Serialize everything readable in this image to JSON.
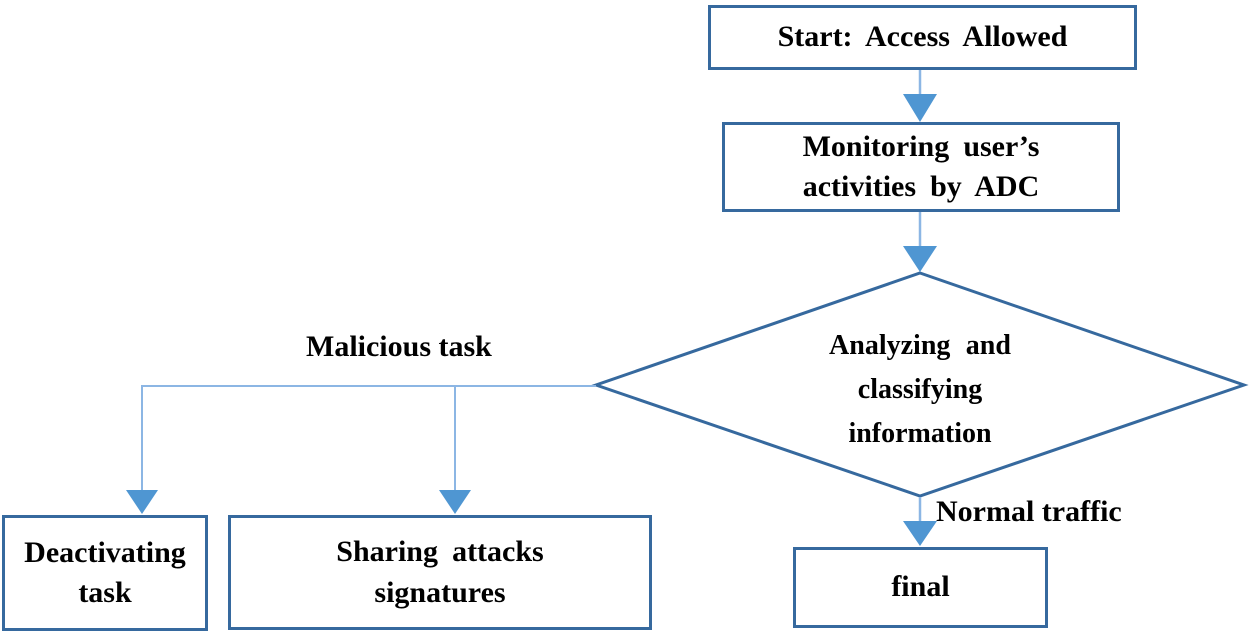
{
  "diagram": {
    "type": "flowchart",
    "colors": {
      "node_border": "#36699E",
      "arrowhead_fill": "#4F96D2",
      "connector_line": "#8CB6E4",
      "text": "#000000",
      "background": "#FFFFFF"
    },
    "nodes": {
      "start": {
        "shape": "rectangle",
        "label": "Start: Access Allowed"
      },
      "monitoring": {
        "shape": "rectangle",
        "line1": "Monitoring user’s",
        "line2": "activities by ADC"
      },
      "decision": {
        "shape": "diamond",
        "line1": "Analyzing and",
        "line2": "classifying",
        "line3": "information"
      },
      "deactivating": {
        "shape": "rectangle",
        "line1": "Deactivating",
        "line2": "task"
      },
      "sharing": {
        "shape": "rectangle",
        "line1": "Sharing attacks",
        "line2": "signatures"
      },
      "final": {
        "shape": "rectangle",
        "label": "final"
      }
    },
    "edges": [
      {
        "from": "start",
        "to": "monitoring",
        "label": ""
      },
      {
        "from": "monitoring",
        "to": "decision",
        "label": ""
      },
      {
        "from": "decision",
        "to": "deactivating",
        "label": "Malicious task"
      },
      {
        "from": "decision",
        "to": "sharing",
        "label": "Malicious task"
      },
      {
        "from": "decision",
        "to": "final",
        "label": "Normal traffic"
      }
    ],
    "edge_labels": {
      "malicious": "Malicious task",
      "normal": "Normal traffic"
    }
  }
}
